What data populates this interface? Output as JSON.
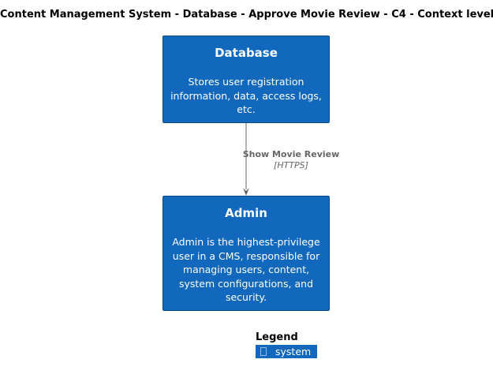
{
  "title": "Content Management System - Database - Approve Movie Review - C4 - Context level",
  "colors": {
    "system_fill": "#1168bd",
    "edge": "#666666"
  },
  "nodes": {
    "database": {
      "title": "Database",
      "description": "Stores user registration information, data, access logs, etc."
    },
    "admin": {
      "title": "Admin",
      "description": "Admin is the highest-privilege user in a CMS, responsible for managing users, content, system configurations, and security."
    }
  },
  "edge": {
    "label": "Show Movie Review",
    "technology": "[HTTPS]"
  },
  "legend": {
    "title": "Legend",
    "items": [
      {
        "label": "system",
        "color": "#1168bd"
      }
    ]
  }
}
